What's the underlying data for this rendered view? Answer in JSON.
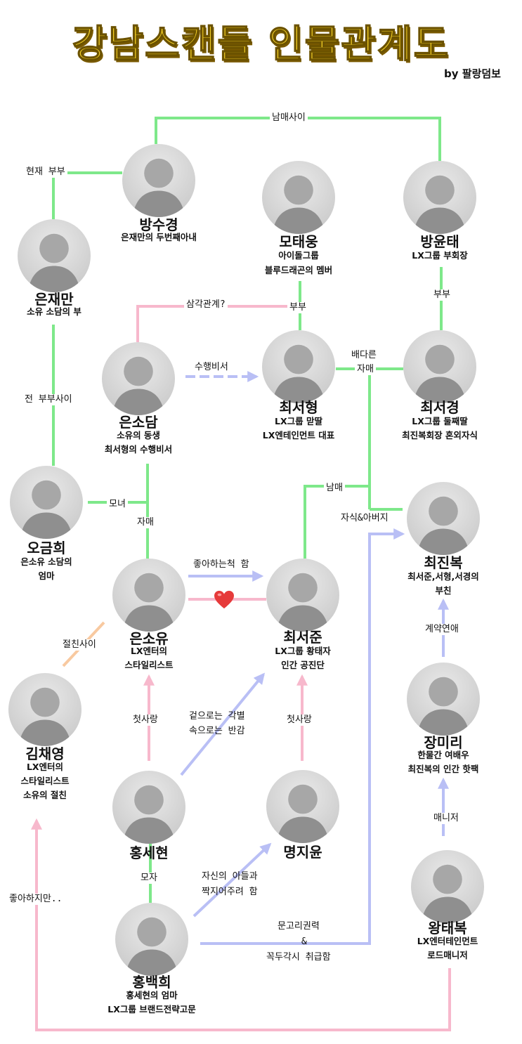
{
  "title": "강남스캔들 인물관계도",
  "byline": "by 팔랑덤보",
  "colors": {
    "green": "#7ee88a",
    "pink": "#f7b8cc",
    "blue": "#b9bff5",
    "orange": "#f8c9a0",
    "red": "#e63a3a"
  },
  "people": {
    "bang_sugyeong": {
      "name": "방수경",
      "desc": [
        "은재만의 두번째아내"
      ]
    },
    "mo_taeung": {
      "name": "모태웅",
      "desc": [
        "아이돌그룹",
        "블루드래곤의 멤버"
      ]
    },
    "bang_yuntae": {
      "name": "방윤태",
      "desc": [
        "LX그룹 부회장"
      ]
    },
    "eun_jaeman": {
      "name": "은재만",
      "desc": [
        "소유 소담의 부"
      ]
    },
    "eun_sodam": {
      "name": "은소담",
      "desc": [
        "소유의 동생",
        "최서형의 수행비서"
      ]
    },
    "choi_seohyeong": {
      "name": "최서형",
      "desc": [
        "LX그룹 맏딸",
        "LX엔테인먼트 대표"
      ]
    },
    "choi_seogyeong": {
      "name": "최서경",
      "desc": [
        "LX그룹 둘째딸",
        "최진복회장 혼외자식"
      ]
    },
    "oh_geumhui": {
      "name": "오금희",
      "desc": [
        "은소유 소담의",
        "엄마"
      ]
    },
    "choi_jinbok": {
      "name": "최진복",
      "desc": [
        "최서준,서형,서경의",
        "부친"
      ]
    },
    "eun_soyu": {
      "name": "은소유",
      "desc": [
        "LX엔터의",
        "스타일리스트"
      ]
    },
    "choi_seojun": {
      "name": "최서준",
      "desc": [
        "LX그룹 황태자",
        "인간 공진단"
      ]
    },
    "kim_chaeyeong": {
      "name": "김채영",
      "desc": [
        "LX엔터의",
        "스타일리스트",
        "소유의 절친"
      ]
    },
    "jang_miri": {
      "name": "장미리",
      "desc": [
        "한물간 여배우",
        "최진복의 인간 핫팩"
      ]
    },
    "hong_sehyeon": {
      "name": "홍세현",
      "desc": []
    },
    "myeong_jiyun": {
      "name": "명지윤",
      "desc": []
    },
    "wang_taebok": {
      "name": "왕태복",
      "desc": [
        "LX엔터테인먼트",
        "로드매니저"
      ]
    },
    "hong_baekhui": {
      "name": "홍백희",
      "desc": [
        "홍세현의 엄마",
        "LX그룹 브랜드전략고문"
      ]
    }
  },
  "relations": {
    "siblings_top": "남매사이",
    "current_couple": "현재 부부",
    "triangle": "삼각관계?",
    "couple_mo": "부부",
    "couple_bang": "부부",
    "secretary": "수행비서",
    "half_sisters_1": "배다른",
    "half_sisters_2": "자매",
    "ex_couple": "전 부부사이",
    "mother_daughter": "모녀",
    "sisters": "자매",
    "siblings_choi": "남매",
    "child_father": "자식&아버지",
    "pretend_like": "좋아하는척 함",
    "best_friend": "절친사이",
    "contract_dating": "계약연애",
    "first_love_sehyeon": "첫사랑",
    "first_love_jiyun": "첫사랑",
    "outside_inside_1": "겉으로는 각별",
    "outside_inside_2": "속으로는 반감",
    "manager": "매니저",
    "mother_son": "모자",
    "matchmaking_1": "자신의 아들과",
    "matchmaking_2": "짝지어주려 함",
    "crony_1": "문고리권력",
    "crony_2": "&",
    "crony_3": "꼭두각시 취급함",
    "likes_but": "좋아하지만.."
  }
}
